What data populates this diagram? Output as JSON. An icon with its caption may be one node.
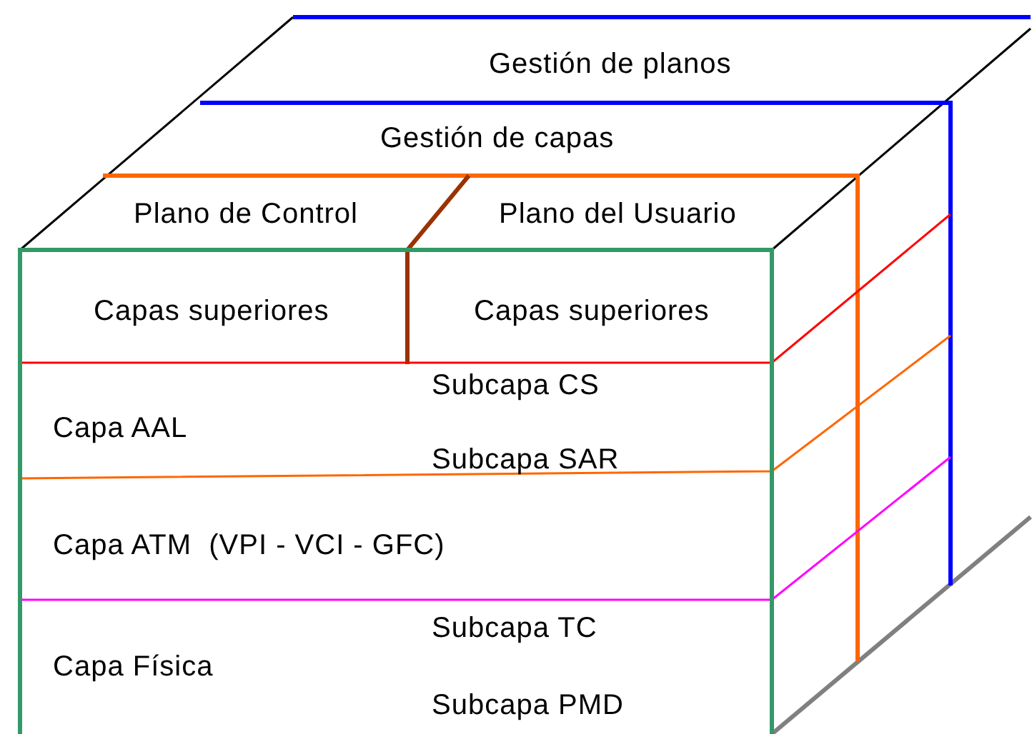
{
  "diagram": {
    "labels": [
      "Gestión de planos",
      "Gestión de capas",
      "Plano de Control",
      "Plano del Usuario",
      "Capas superiores",
      "Capas superiores",
      "Subcapa CS",
      "Capa AAL",
      "Subcapa SAR",
      "Capa ATM  (VPI - VCI - GFC)",
      "Subcapa TC",
      "Capa Física",
      "Subcapa PMD"
    ]
  }
}
